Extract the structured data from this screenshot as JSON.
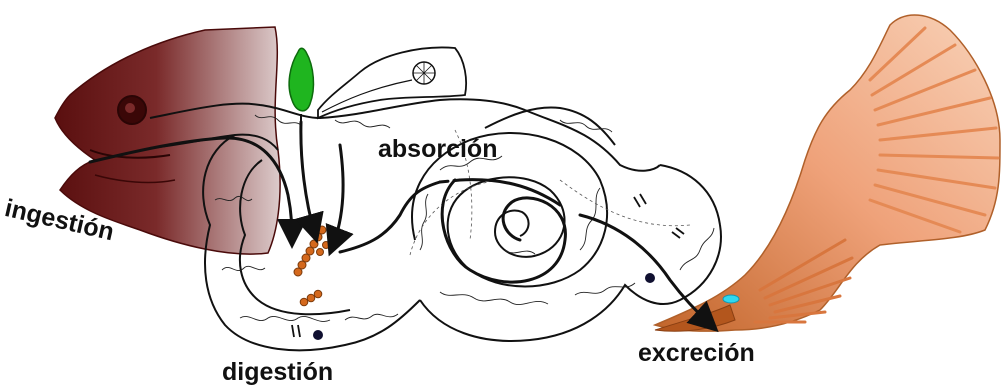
{
  "labels": {
    "ingestion": "ingestión",
    "digestion": "digestión",
    "absorption": "absorción",
    "excretion": "excreción"
  },
  "colors": {
    "head_dark": "#5a0f0f",
    "head_light": "#d9c8c8",
    "gallbladder": "#1fb51f",
    "tail_orange": "#f08a4b",
    "tail_light": "#f7c7a6",
    "anus_tip": "#b3561d",
    "cyan_mark": "#2fd8f0",
    "enzyme_beads": "#d4681c",
    "node_dot": "#101030",
    "gut_outline": "#111111"
  }
}
